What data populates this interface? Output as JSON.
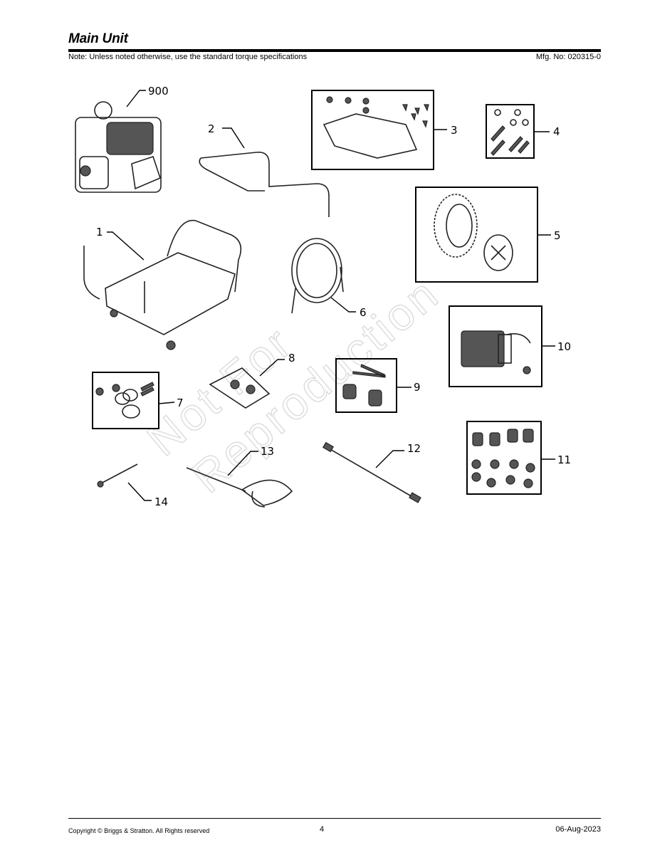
{
  "header": {
    "title": "Main Unit",
    "note": "Note: Unless noted otherwise, use the standard torque specifications",
    "mfg": "Mfg. No: 020315-0"
  },
  "watermark": {
    "line1": "Not For",
    "line2": "Reproduction"
  },
  "callouts": {
    "c900": "900",
    "c1": "1",
    "c2": "2",
    "c3": "3",
    "c4": "4",
    "c5": "5",
    "c6": "6",
    "c7": "7",
    "c8": "8",
    "c9": "9",
    "c10": "10",
    "c11": "11",
    "c12": "12",
    "c13": "13",
    "c14": "14"
  },
  "footer": {
    "copyright": "Copyright ©  Briggs & Stratton. All Rights reserved",
    "page": "4",
    "date": "06-Aug-2023"
  }
}
